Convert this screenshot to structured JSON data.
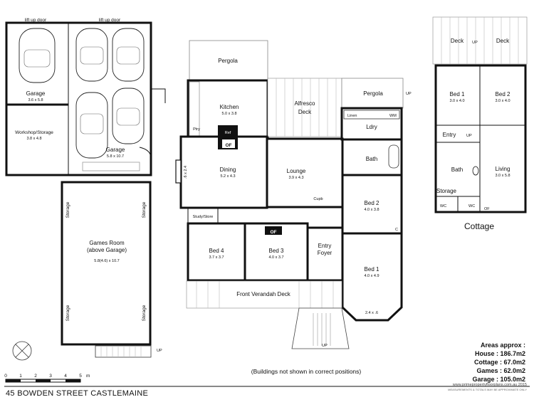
{
  "garage": {
    "lift_door_1": "lift up door",
    "lift_door_2": "lift up door",
    "garage_small_name": "Garage",
    "garage_small_dim": "3.6 x 5.8",
    "workshop_name": "Workshop/Storage",
    "workshop_dim": "3.8 x 4.8",
    "garage_big_name": "Garage",
    "garage_big_dim": "5.8 x 10.7"
  },
  "games": {
    "name_line1": "Games Room",
    "name_line2": "(above Garage)",
    "dim": "5.8(4.6) x 10.7",
    "storage_label": "Storage",
    "up": "UP"
  },
  "house": {
    "pergola_top": "Pergola",
    "kitchen_name": "Kitchen",
    "kitchen_dim": "5.0 x 3.8",
    "ptry": "Ptry",
    "ref": "Ref",
    "of": "OF",
    "alfresco_line1": "Alfresco",
    "alfresco_line2": "Deck",
    "pergola_right": "Pergola",
    "up": "UP",
    "linen": "Linen",
    "wm": "WM",
    "ldry": "Ldry",
    "dining_name": "Dining",
    "dining_dim": "5.2 x 4.3",
    "side_dim": ".6 x 2.4",
    "lounge_name": "Lounge",
    "lounge_dim": "3.9 x 4.3",
    "cupb": "Cupb",
    "bath": "Bath",
    "bed2_name": "Bed 2",
    "bed2_dim": "4.0 x 3.8",
    "wir": "C",
    "study": "Study/Store",
    "bed4_name": "Bed 4",
    "bed4_dim": "3.7 x 3.7",
    "bed3_name": "Bed 3",
    "bed3_dim": "4.0 x 3.7",
    "entry_line1": "Entry",
    "entry_line2": "Foyer",
    "bed1_name": "Bed 1",
    "bed1_dim": "4.0 x 4.9",
    "verandah": "Front Verandah Deck",
    "bay_dim": "2.4 x .6"
  },
  "cottage": {
    "deck": "Deck",
    "up": "UP",
    "bed1_name": "Bed 1",
    "bed1_dim": "3.0 x 4.0",
    "bed2_name": "Bed 2",
    "bed2_dim": "3.0 x 4.0",
    "entry": "Entry",
    "bath": "Bath",
    "living_name": "Living",
    "living_dim": "3.0 x 5.8",
    "storage": "Storage",
    "wc": "WC",
    "of": "OF",
    "title": "Cottage"
  },
  "areas": {
    "title": "Areas approx :",
    "lines": [
      "House : 186.7m2",
      "Cottage : 67.0m2",
      "Games : 62.0m2",
      "Garage : 105.0m2"
    ]
  },
  "scale": {
    "labels": [
      "0",
      "1",
      "2",
      "3",
      "4",
      "5"
    ],
    "unit": "m"
  },
  "note": "(Buildings not shown in correct positions)",
  "address": "45 BOWDEN STREET CASTLEMAINE",
  "watermark": "www.primepropertyfloorplans.com.au 2015",
  "disclaimer": "MEASUREMENTS & TOTALS MAY BE APPROXIMATE ONLY"
}
